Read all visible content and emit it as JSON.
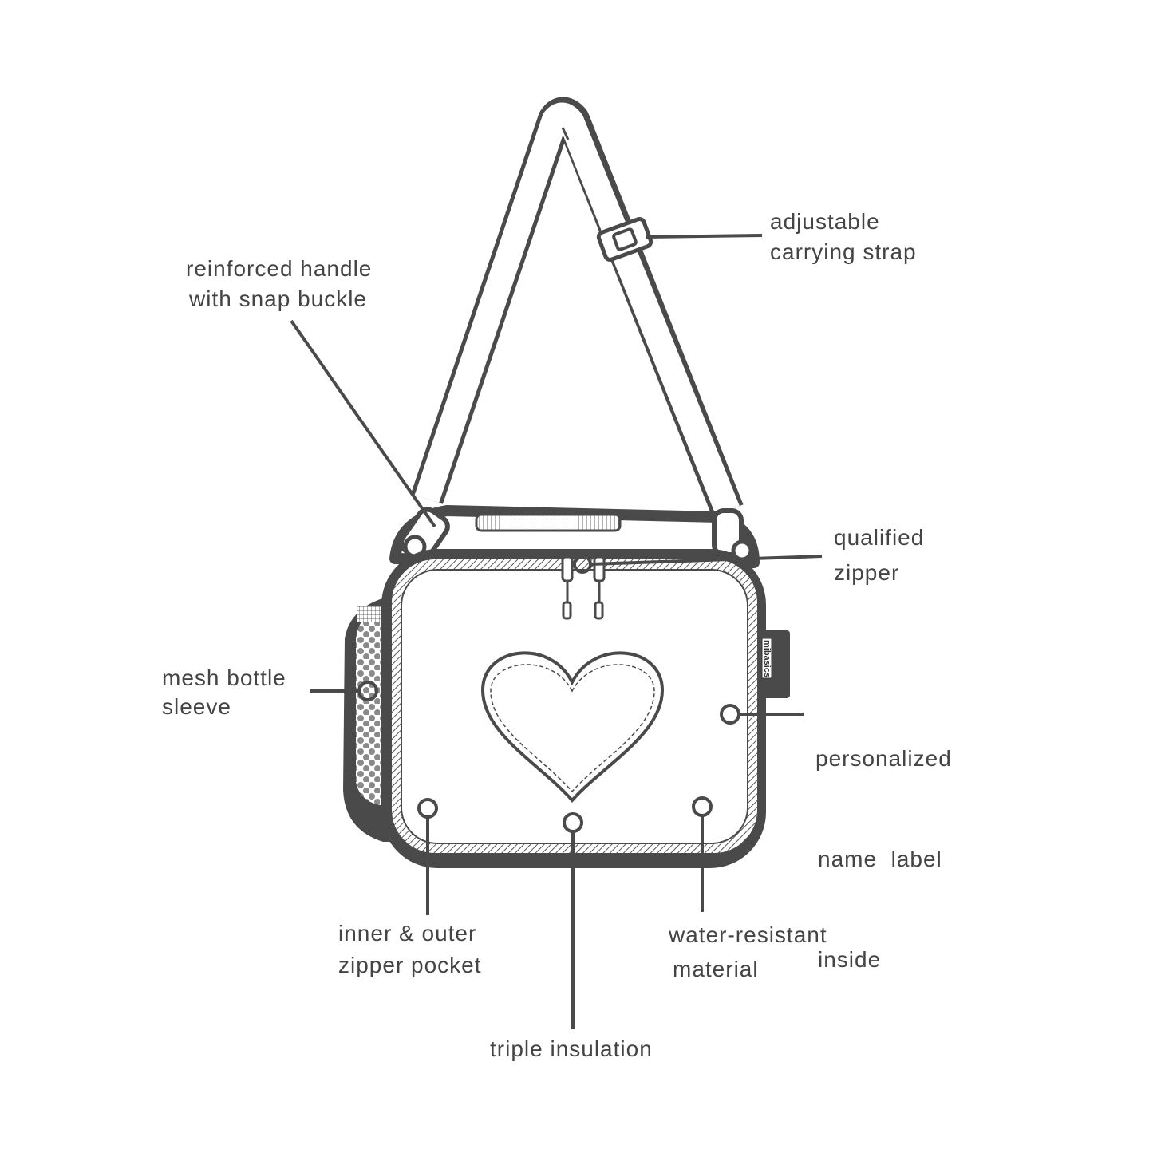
{
  "brand": "mibasics",
  "colors": {
    "outline": "#4a4a4a",
    "text": "#444444",
    "mesh": "#8a8a8a"
  },
  "callouts": {
    "strap": {
      "lines": [
        "adjustable",
        "carrying strap"
      ]
    },
    "handle": {
      "lines": [
        "reinforced handle",
        "with snap buckle"
      ]
    },
    "zipper": {
      "lines": [
        "qualified",
        "zipper"
      ]
    },
    "mesh": {
      "lines": [
        "mesh bottle",
        "sleeve"
      ]
    },
    "name_label": {
      "lines": [
        "personalized",
        "name  label",
        "inside"
      ]
    },
    "pocket": {
      "lines": [
        "inner & outer",
        "zipper pocket"
      ]
    },
    "water": {
      "lines": [
        "water-resistant",
        "material"
      ]
    },
    "insulation": {
      "lines": [
        "triple insulation"
      ]
    }
  }
}
